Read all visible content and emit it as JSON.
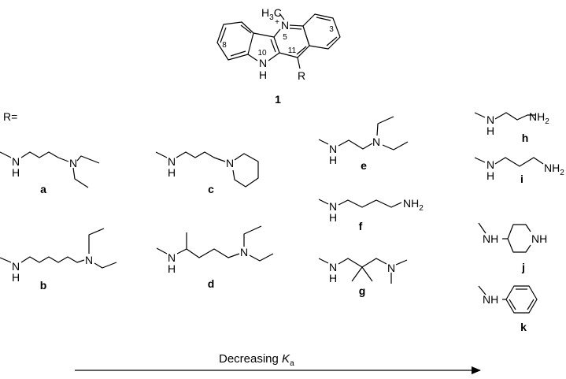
{
  "core": {
    "compound_number": "1",
    "methyl_h": "H",
    "methyl_sub": "3",
    "methyl_c": "C",
    "charge": "+",
    "ring_n": "N",
    "indole_n": "N",
    "indole_h": "H",
    "substituent": "R",
    "positions": {
      "p3": "3",
      "p5": "5",
      "p8": "8",
      "p10": "10",
      "p11": "11"
    }
  },
  "r_label": "R=",
  "atoms": {
    "N": "N",
    "H": "H",
    "NH": "NH",
    "sub2": "2"
  },
  "compounds": {
    "a": "a",
    "b": "b",
    "c": "c",
    "d": "d",
    "e": "e",
    "f": "f",
    "g": "g",
    "h": "h",
    "i": "i",
    "j": "j",
    "k": "k"
  },
  "axis": {
    "label": "Decreasing ",
    "k": "K",
    "k_sub": "a"
  }
}
